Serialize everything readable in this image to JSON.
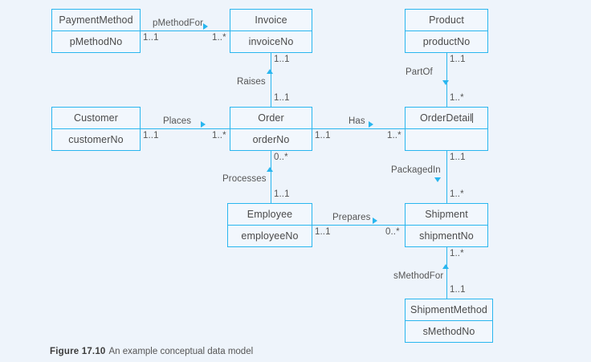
{
  "figure": {
    "label": "Figure 17.10",
    "text": "An example conceptual data model"
  },
  "palette": {
    "background": "#eef4fb",
    "entity_border": "#29b6ef",
    "entity_fill": "#f2f7fd",
    "text": "#4a4a4a",
    "line": "#29b6ef"
  },
  "entities": [
    {
      "name": "PaymentMethod",
      "attribute": "pMethodNo"
    },
    {
      "name": "Invoice",
      "attribute": "invoiceNo"
    },
    {
      "name": "Product",
      "attribute": "productNo"
    },
    {
      "name": "Customer",
      "attribute": "customerNo"
    },
    {
      "name": "Order",
      "attribute": "orderNo"
    },
    {
      "name": "OrderDetail",
      "attribute": ""
    },
    {
      "name": "Employee",
      "attribute": "employeeNo"
    },
    {
      "name": "Shipment",
      "attribute": "shipmentNo"
    },
    {
      "name": "ShipmentMethod",
      "attribute": "sMethodNo"
    }
  ],
  "relationships": [
    {
      "label": "pMethodFor",
      "direction": "right",
      "from": "PaymentMethod",
      "to": "Invoice",
      "from_mult": "1..1",
      "to_mult": "1..*"
    },
    {
      "label": "Raises",
      "direction": "up",
      "from": "Order",
      "to": "Invoice",
      "from_mult": "1..1",
      "to_mult": "1..1"
    },
    {
      "label": "PartOf",
      "direction": "down",
      "from": "Product",
      "to": "OrderDetail",
      "from_mult": "1..1",
      "to_mult": "1..*"
    },
    {
      "label": "Places",
      "direction": "right",
      "from": "Customer",
      "to": "Order",
      "from_mult": "1..1",
      "to_mult": "1..*"
    },
    {
      "label": "Has",
      "direction": "right",
      "from": "Order",
      "to": "OrderDetail",
      "from_mult": "1..1",
      "to_mult": "1..*"
    },
    {
      "label": "Processes",
      "direction": "up",
      "from": "Employee",
      "to": "Order",
      "from_mult": "1..1",
      "to_mult": "0..*"
    },
    {
      "label": "PackagedIn",
      "direction": "down",
      "from": "OrderDetail",
      "to": "Shipment",
      "from_mult": "1..1",
      "to_mult": "1..*"
    },
    {
      "label": "Prepares",
      "direction": "right",
      "from": "Employee",
      "to": "Shipment",
      "from_mult": "1..1",
      "to_mult": "0..*"
    },
    {
      "label": "sMethodFor",
      "direction": "up",
      "from": "ShipmentMethod",
      "to": "Shipment",
      "from_mult": "1..1",
      "to_mult": "1..*"
    }
  ],
  "multiplicities": {
    "pm_left": "1..1",
    "pm_right": "1..*",
    "invoice_bottom": "1..1",
    "order_top": "1..1",
    "product_bottom": "1..1",
    "orderdetail_top": "1..*",
    "customer_right": "1..1",
    "order_left": "1..*",
    "order_right": "1..1",
    "orderdetail_left": "1..*",
    "order_bottom": "0..*",
    "employee_top": "1..1",
    "orderdetail_bottom": "1..1",
    "shipment_top": "1..*",
    "employee_right": "1..1",
    "shipment_left": "0..*",
    "shipment_bottom": "1..*",
    "shipmentmethod_top": "1..1"
  }
}
